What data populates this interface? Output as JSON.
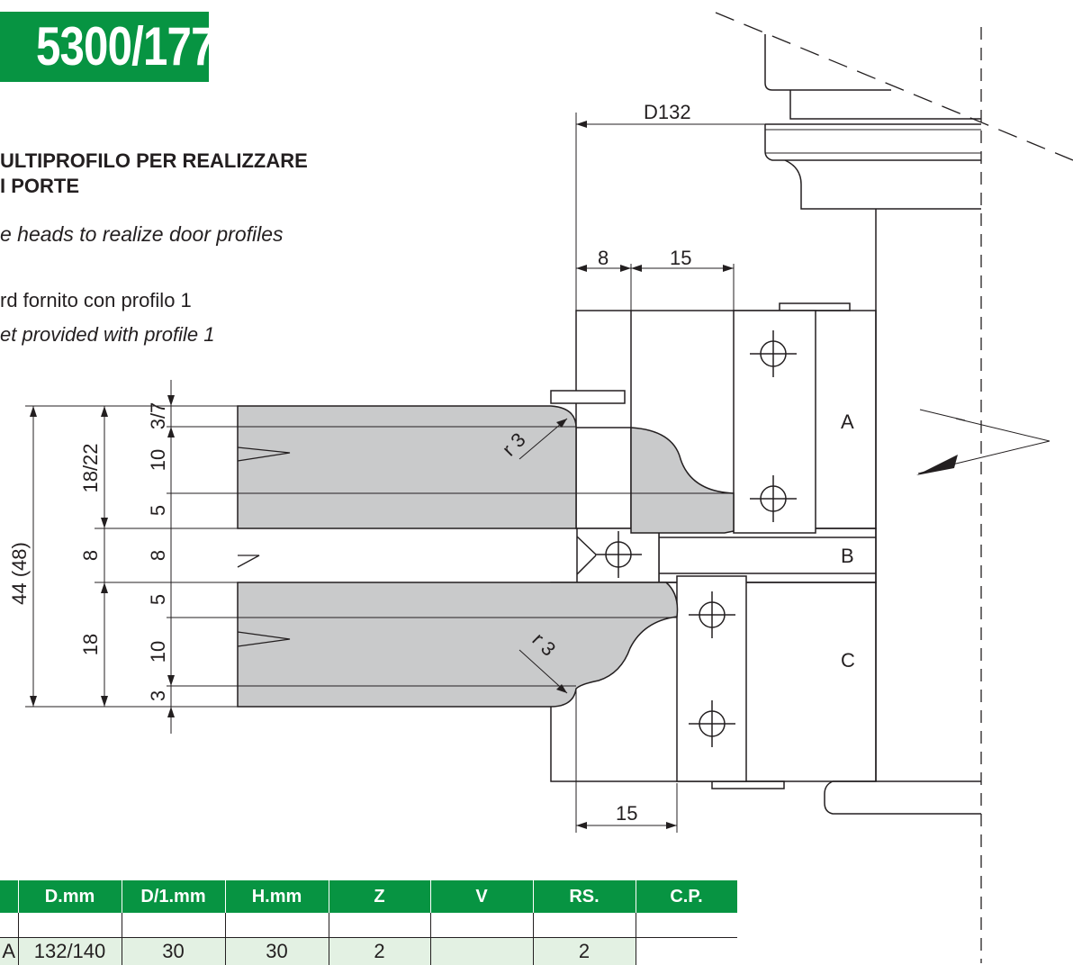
{
  "header": {
    "code": "5300/177",
    "title_it_1": "ULTIPROFILO PER REALIZZARE",
    "title_it_2": "I PORTE",
    "title_en": "e heads to realize door profiles",
    "note_it": "rd fornito con profilo 1",
    "note_en": "et provided with profile 1"
  },
  "drawing": {
    "dim_d132": "D132",
    "dim_8_top": "8",
    "dim_15_top": "15",
    "dim_15_bottom": "15",
    "label_a": "A",
    "label_b": "B",
    "label_c": "C",
    "radius_top": "r 3",
    "radius_bottom": "r 3",
    "left_total": "44 (48)",
    "left_upper": "18/22",
    "left_mid": "8",
    "left_lower": "18",
    "right_dims": [
      "3/7",
      "10",
      "5",
      "8",
      "5",
      "10",
      "3"
    ]
  },
  "table": {
    "headers": [
      "",
      "D.mm",
      "D/1.mm",
      "H.mm",
      "Z",
      "V",
      "RS.",
      "C.P."
    ],
    "row1": [
      "",
      "",
      "",
      "",
      "",
      "",
      "",
      ""
    ],
    "row2": [
      "A",
      "132/140",
      "30",
      "30",
      "2",
      "",
      "2",
      ""
    ]
  },
  "colors": {
    "brand_green": "#079442",
    "profile_grey": "#c9cacb",
    "row_tint": "#e3f1e3"
  }
}
